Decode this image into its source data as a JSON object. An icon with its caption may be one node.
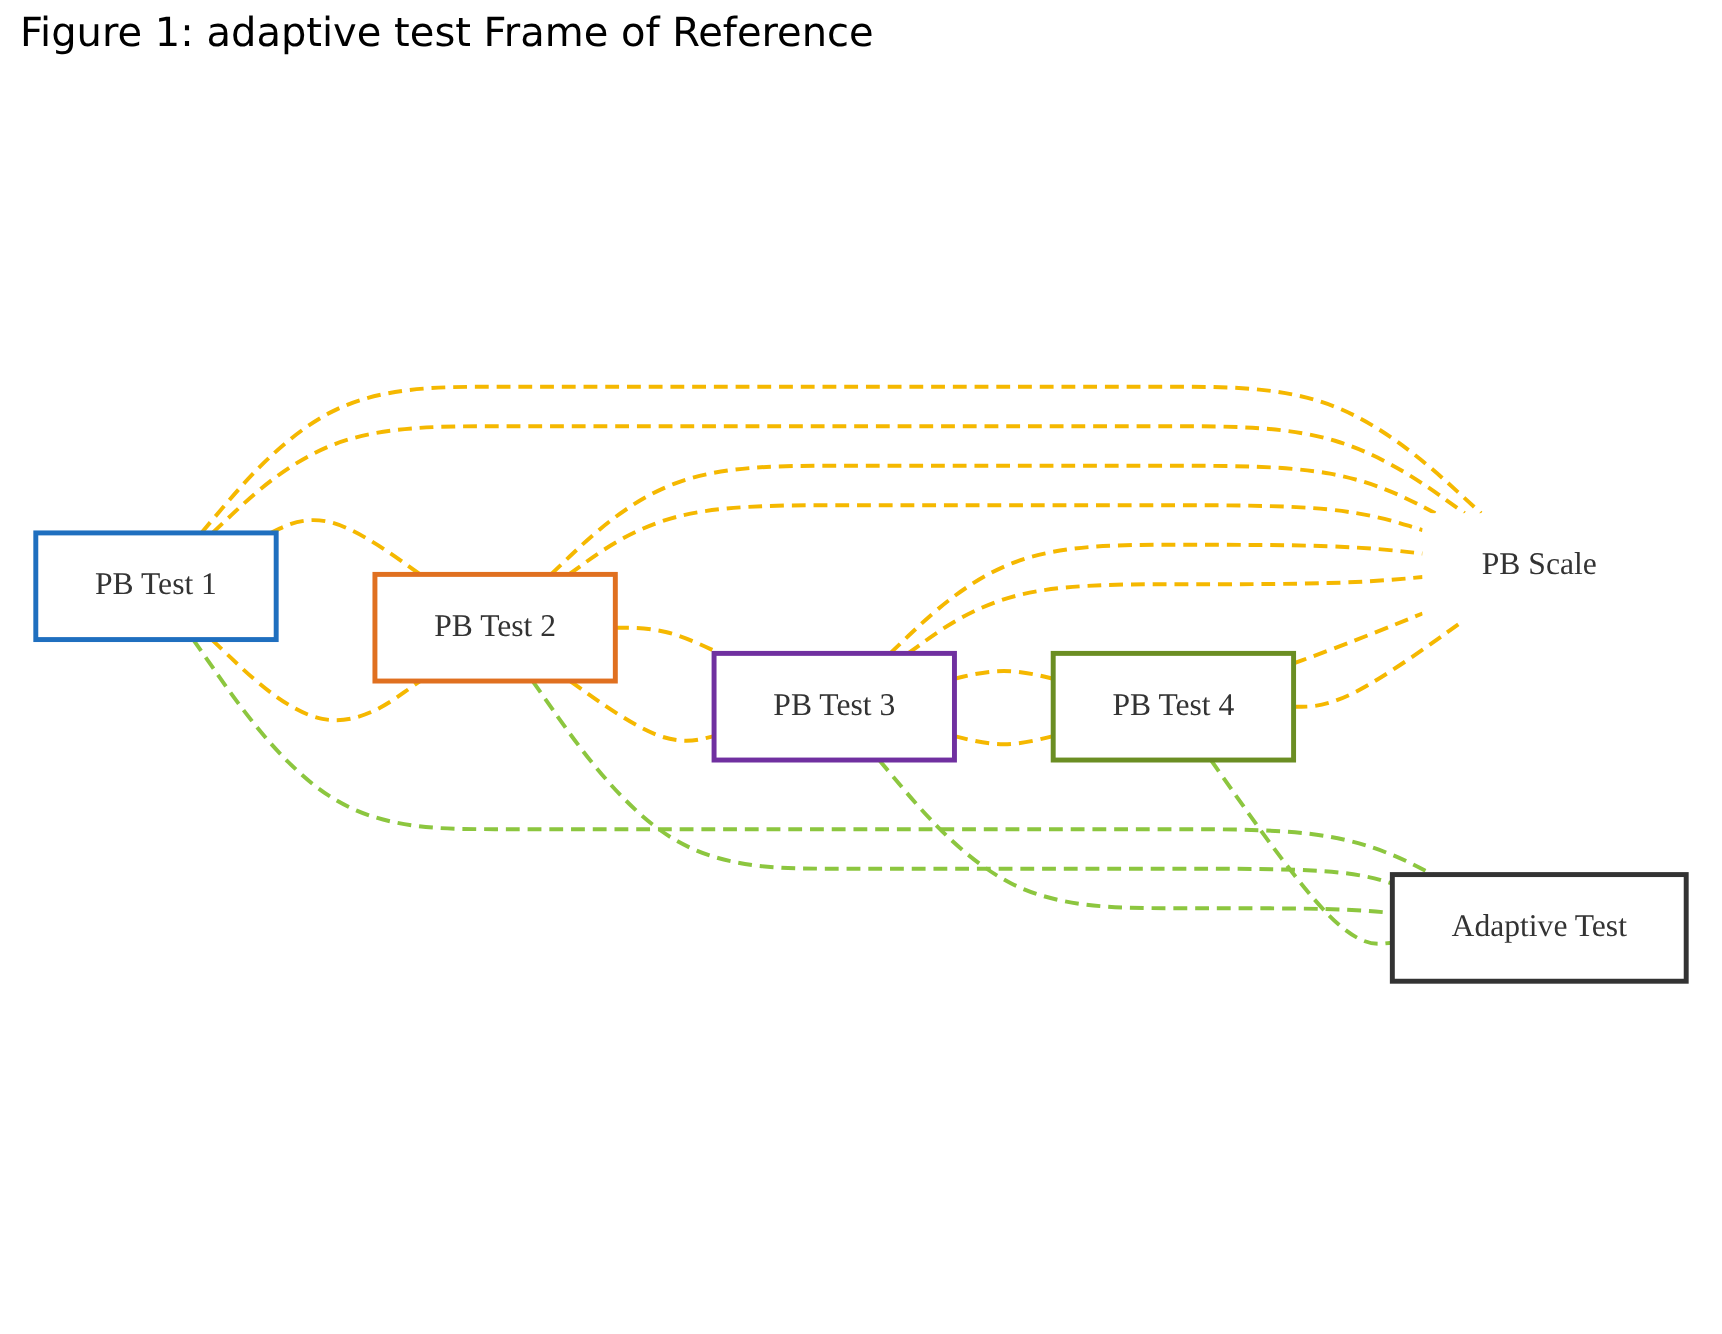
{
  "diagram": {
    "title": "Figure 1: adaptive test Frame of Reference",
    "nodes": [
      {
        "text": [
          "PB Test 1"
        ]
      },
      {
        "text": [
          "PB Test 2"
        ]
      },
      {
        "text": [
          "PB Test 3"
        ]
      },
      {
        "text": [
          "PB Test 4"
        ]
      },
      {
        "text": [
          "PB Scale"
        ]
      },
      {
        "text": [
          "Adaptive Test"
        ]
      }
    ],
    "edges": [
      {
        "from": 0,
        "to": 1,
        "arrow": "none",
        "style": "dashed"
      },
      {
        "from": 0,
        "to": 1,
        "arrow": "none",
        "style": "dashed"
      },
      {
        "from": 1,
        "to": 2,
        "arrow": "none",
        "style": "dashed"
      },
      {
        "from": 1,
        "to": 2,
        "arrow": "none",
        "style": "dashed"
      },
      {
        "from": 2,
        "to": 3,
        "arrow": "none",
        "style": "dashed"
      },
      {
        "from": 2,
        "to": 3,
        "arrow": "none",
        "style": "dashed"
      },
      {
        "from": 0,
        "to": 4,
        "arrow": "none",
        "style": "dashed"
      },
      {
        "from": 0,
        "to": 4,
        "arrow": "none",
        "style": "dashed"
      },
      {
        "from": 1,
        "to": 4,
        "arrow": "none",
        "style": "dashed"
      },
      {
        "from": 1,
        "to": 4,
        "arrow": "none",
        "style": "dashed"
      },
      {
        "from": 2,
        "to": 4,
        "arrow": "none",
        "style": "dashed"
      },
      {
        "from": 2,
        "to": 4,
        "arrow": "none",
        "style": "dashed"
      },
      {
        "from": 3,
        "to": 4,
        "arrow": "none",
        "style": "dashed"
      },
      {
        "from": 3,
        "to": 4,
        "arrow": "none",
        "style": "dashed"
      },
      {
        "from": 0,
        "to": 5,
        "arrow": "none",
        "style": "dashed",
        "color": "#8cc63f"
      },
      {
        "from": 1,
        "to": 5,
        "arrow": "none",
        "style": "dashed",
        "color": "#8cc63f"
      },
      {
        "from": 2,
        "to": 5,
        "arrow": "none",
        "style": "dashed",
        "color": "#8cc63f"
      },
      {
        "from": 3,
        "to": 5,
        "arrow": "none",
        "style": "dashed",
        "color": "#8cc63f"
      }
    ]
  }
}
